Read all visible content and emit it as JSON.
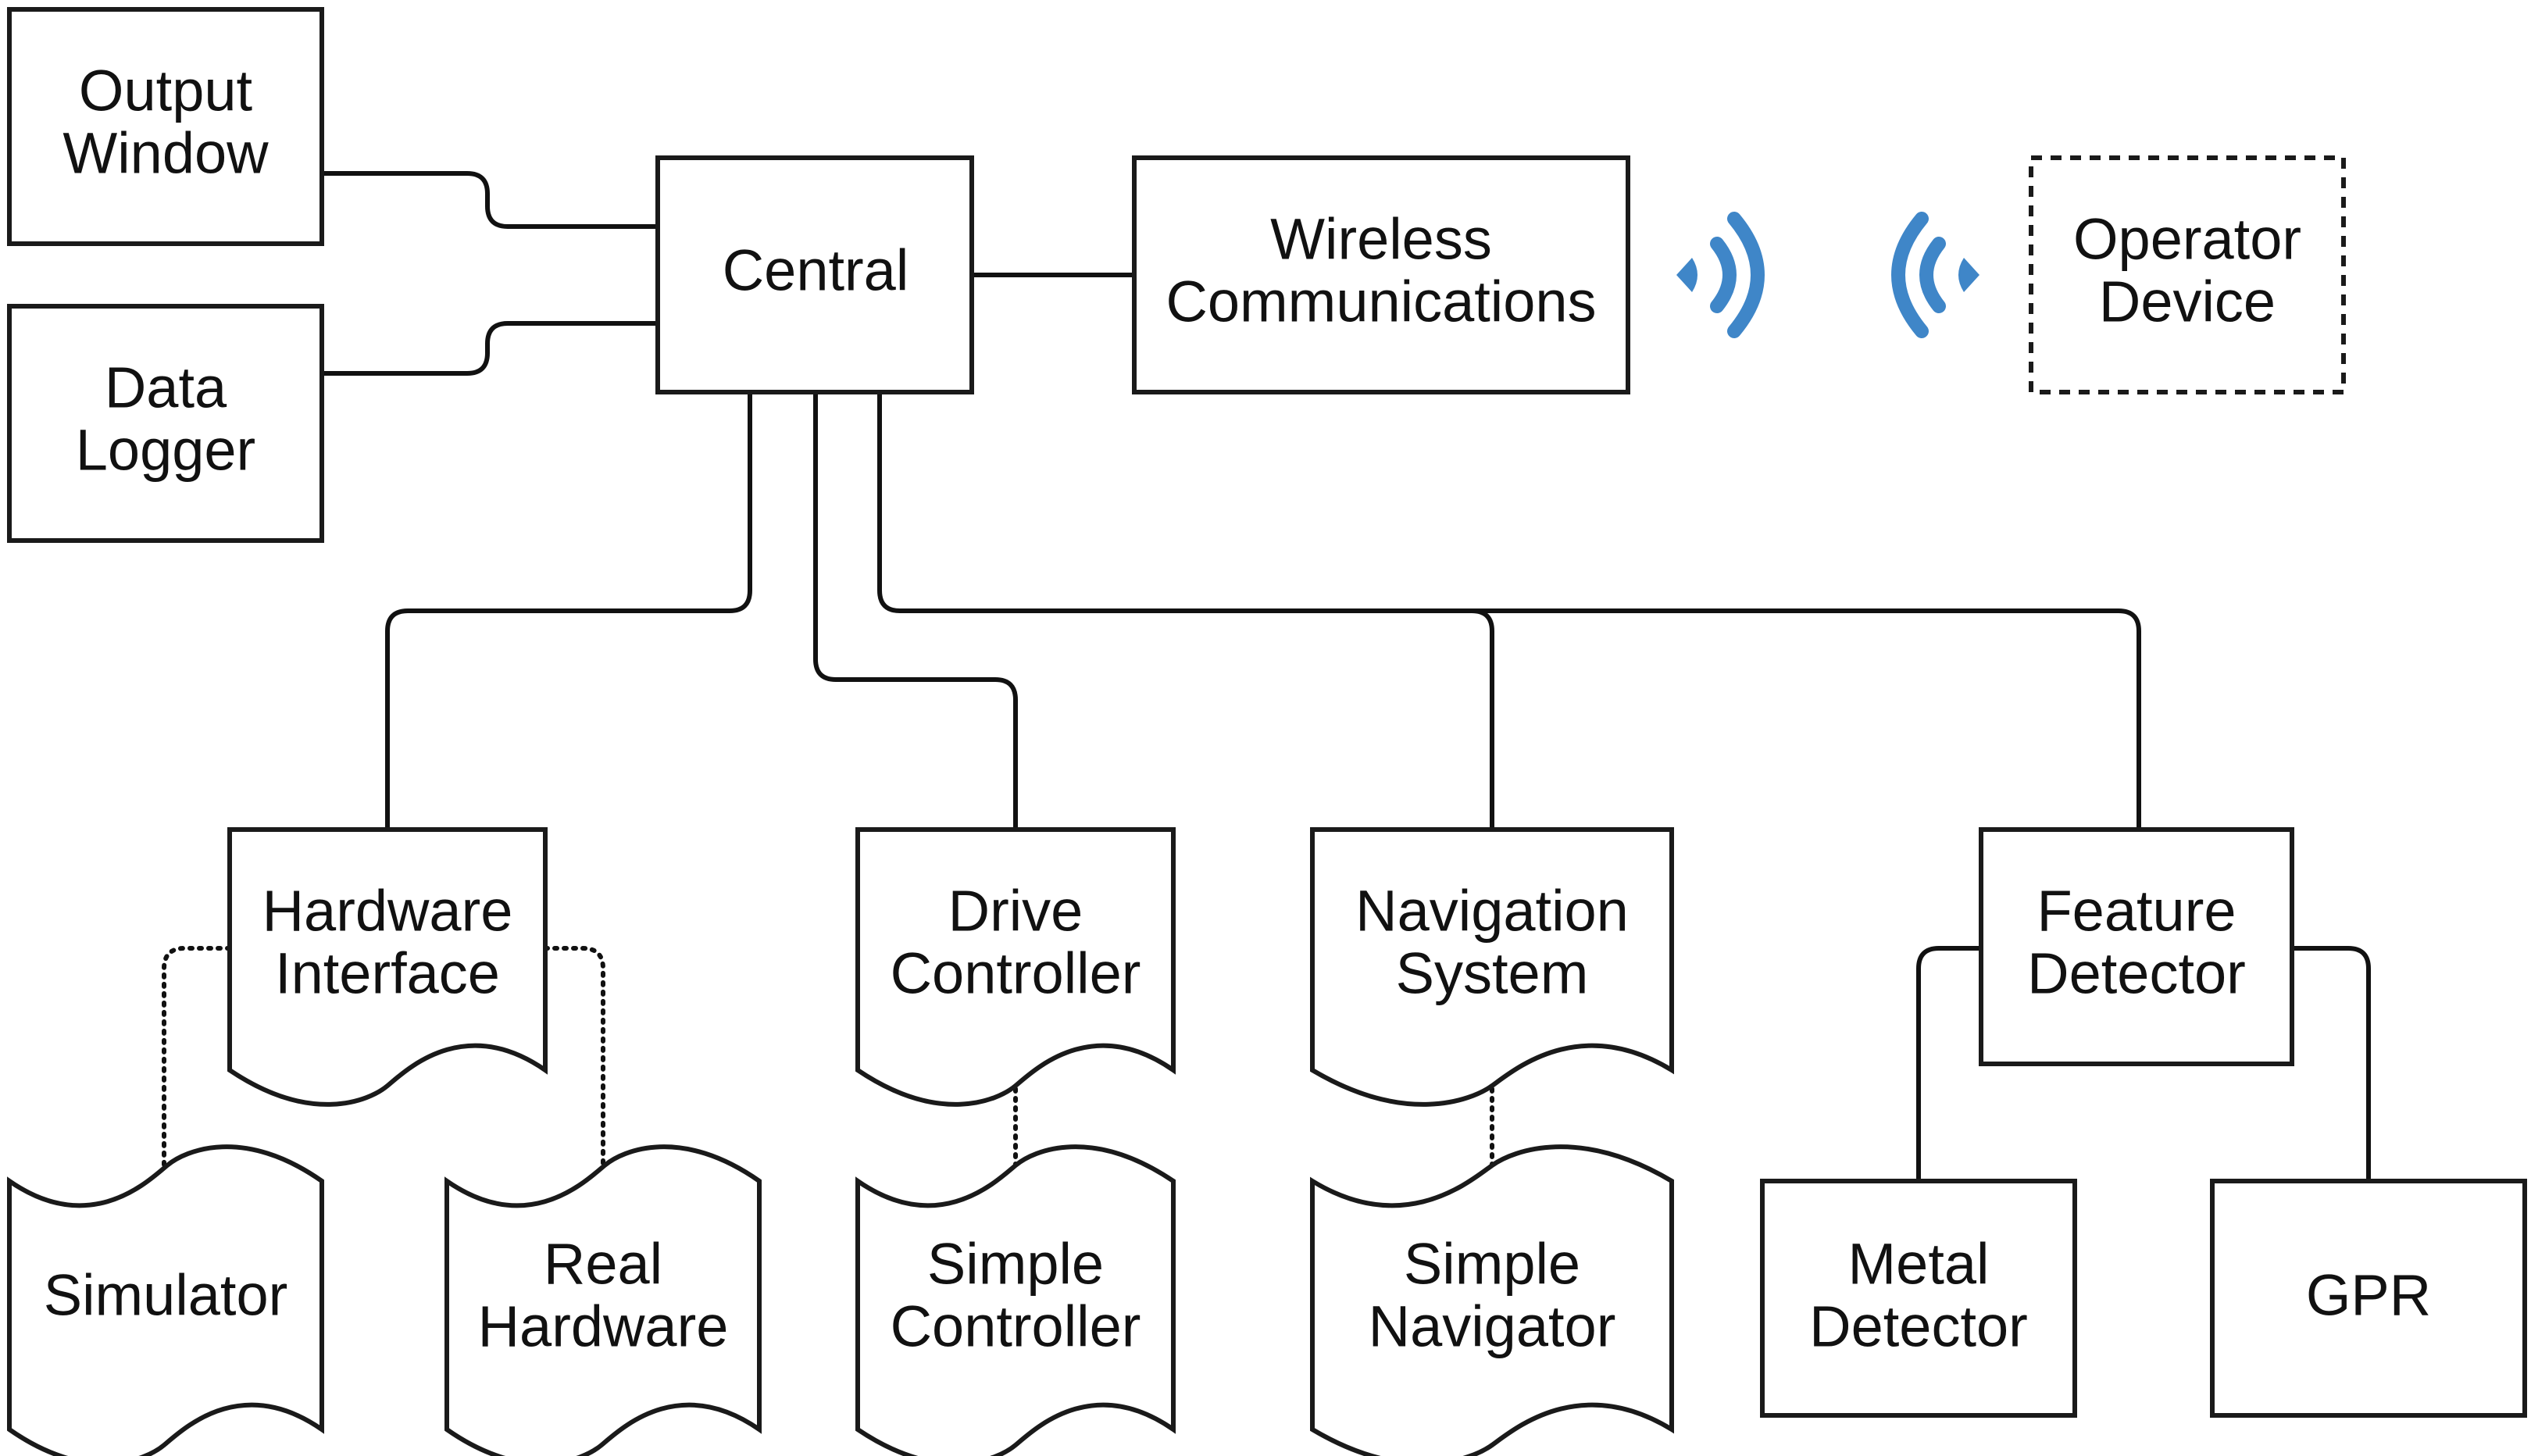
{
  "nodes": {
    "output_window": {
      "line1": "Output",
      "line2": "Window"
    },
    "data_logger": {
      "line1": "Data",
      "line2": "Logger"
    },
    "central": {
      "line1": "Central"
    },
    "wireless": {
      "line1": "Wireless",
      "line2": "Communications"
    },
    "operator_device": {
      "line1": "Operator",
      "line2": "Device"
    },
    "hardware_interface": {
      "line1": "Hardware",
      "line2": "Interface"
    },
    "drive_controller": {
      "line1": "Drive",
      "line2": "Controller"
    },
    "navigation_system": {
      "line1": "Navigation",
      "line2": "System"
    },
    "feature_detector": {
      "line1": "Feature",
      "line2": "Detector"
    },
    "simulator": {
      "line1": "Simulator"
    },
    "real_hardware": {
      "line1": "Real",
      "line2": "Hardware"
    },
    "simple_controller": {
      "line1": "Simple",
      "line2": "Controller"
    },
    "simple_navigator": {
      "line1": "Simple",
      "line2": "Navigator"
    },
    "metal_detector": {
      "line1": "Metal",
      "line2": "Detector"
    },
    "gpr": {
      "line1": "GPR"
    }
  },
  "colors": {
    "signal": "#3f86c8",
    "line": "#111111"
  },
  "icons": [
    "wireless-signal-outgoing-icon",
    "wireless-signal-incoming-icon"
  ]
}
